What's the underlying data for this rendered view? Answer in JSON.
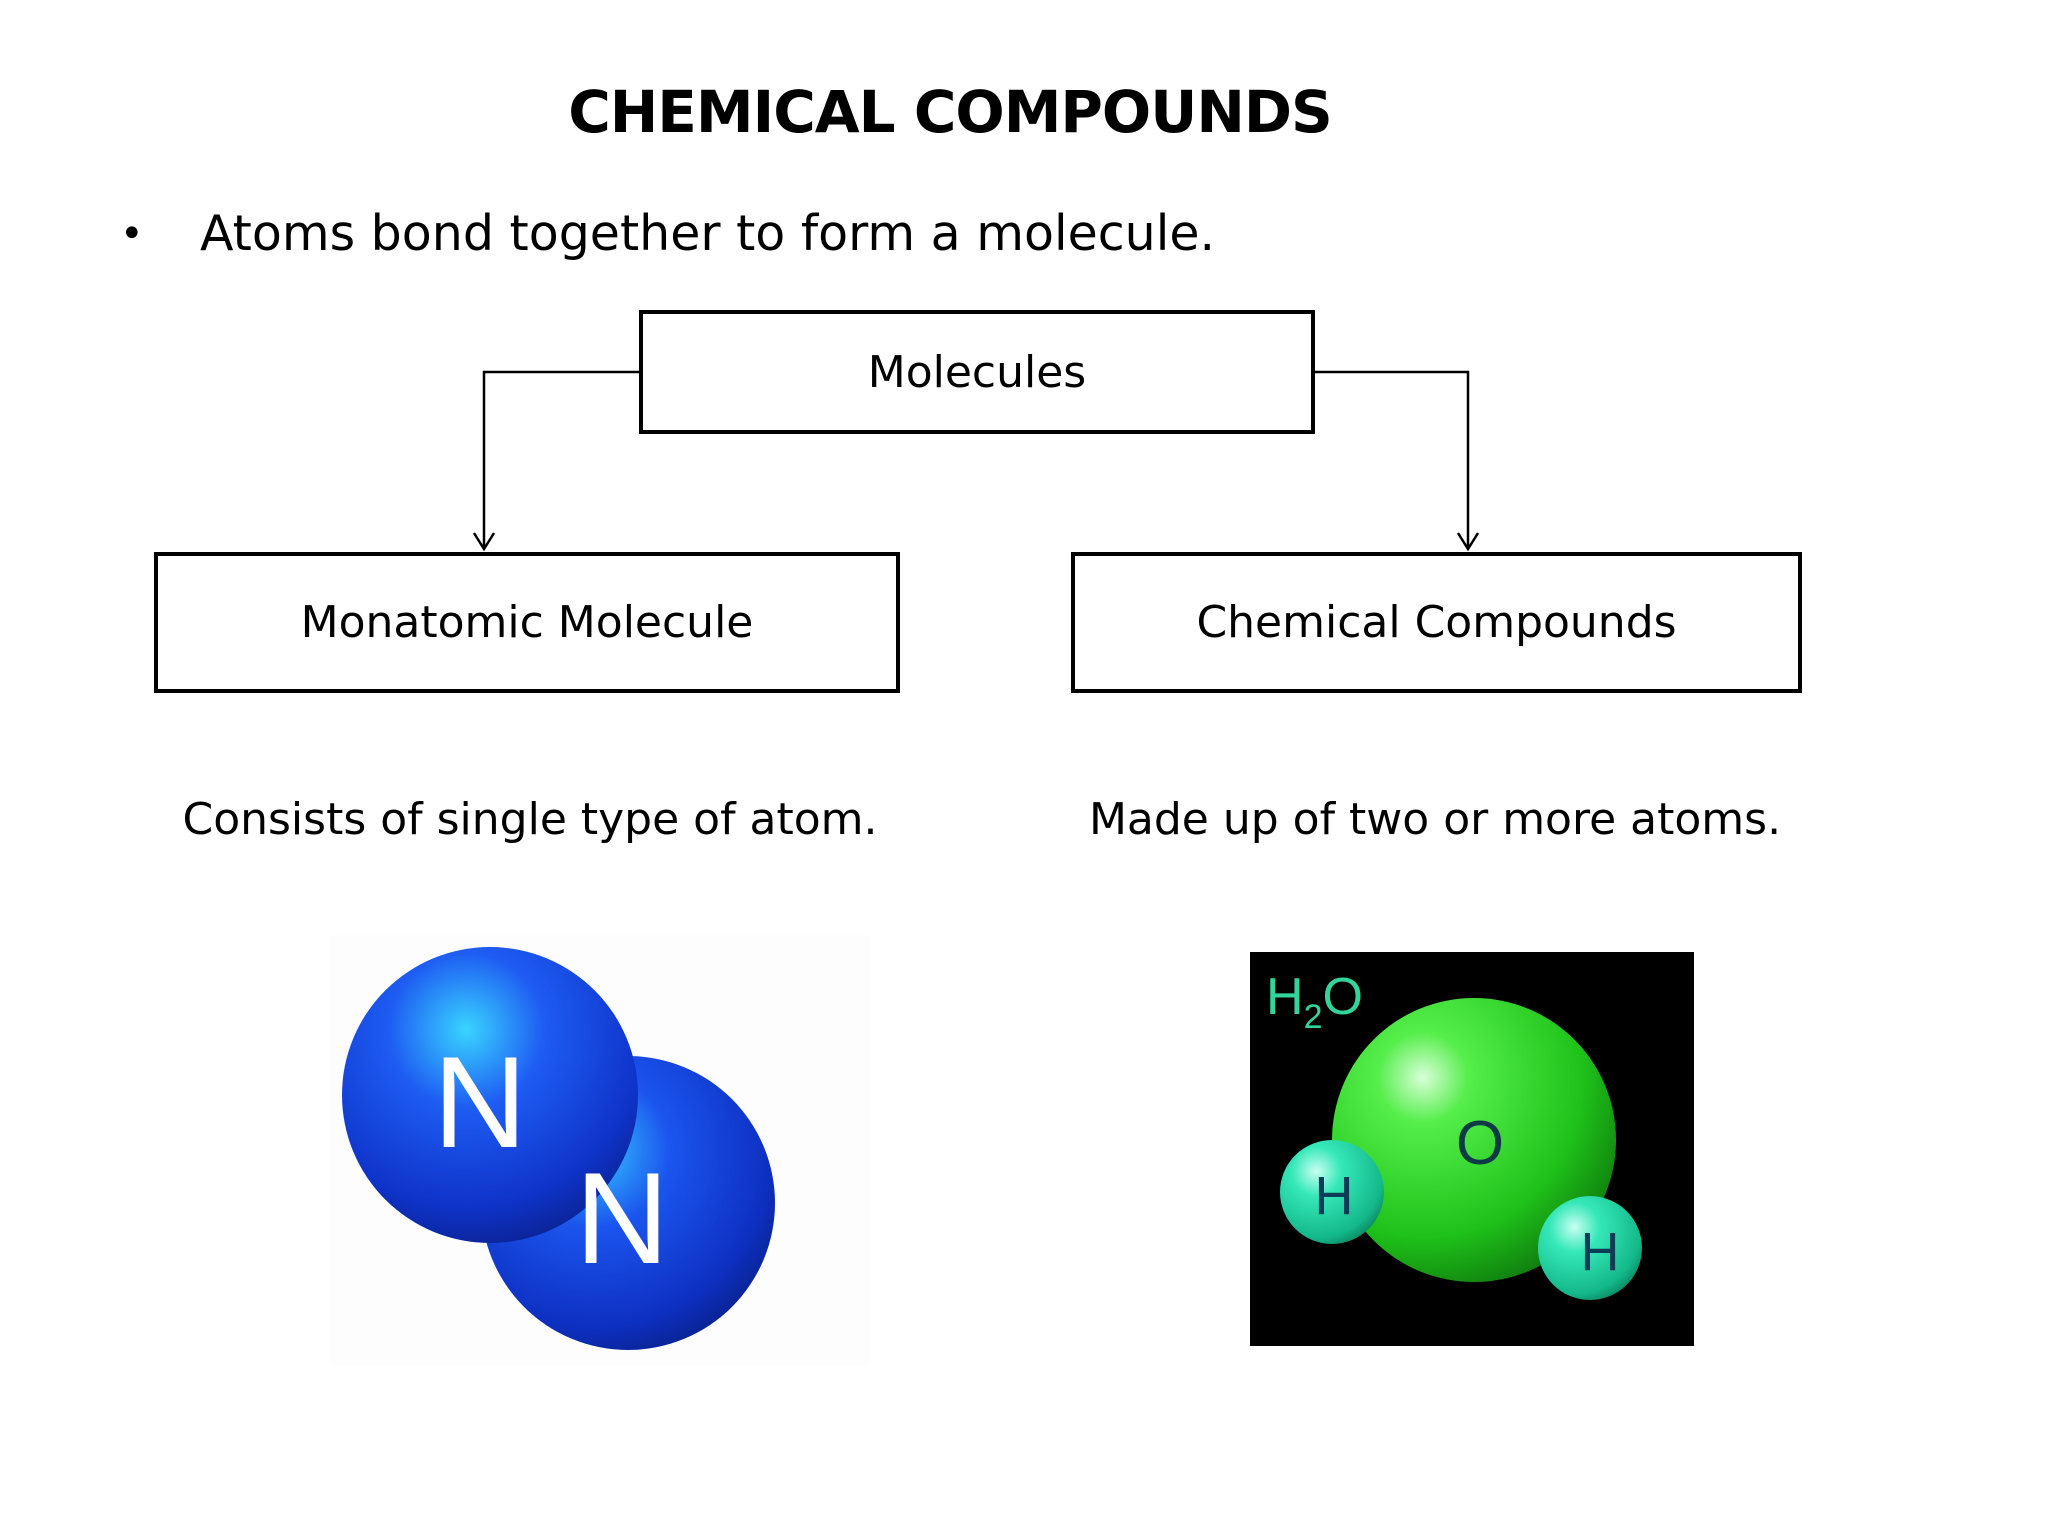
{
  "slide": {
    "title": "CHEMICAL COMPOUNDS",
    "bullet": "Atoms bond together to form a molecule."
  },
  "diagram": {
    "root": "Molecules",
    "left_child": "Monatomic Molecule",
    "right_child": "Chemical Compounds",
    "left_description": "Consists of single type of atom.",
    "right_description": "Made up of two or more atoms."
  },
  "images": {
    "nitrogen": {
      "atom_labels": [
        "N",
        "N"
      ],
      "color": "#1a3fe0"
    },
    "water": {
      "formula_main": "H",
      "formula_sub": "2",
      "formula_end": "O",
      "atom_labels": [
        "O",
        "H",
        "H"
      ],
      "oxygen_color": "#22d11e",
      "hydrogen_color": "#2ee0b0"
    }
  },
  "colors": {
    "background": "#ffffff",
    "line": "#000000"
  }
}
